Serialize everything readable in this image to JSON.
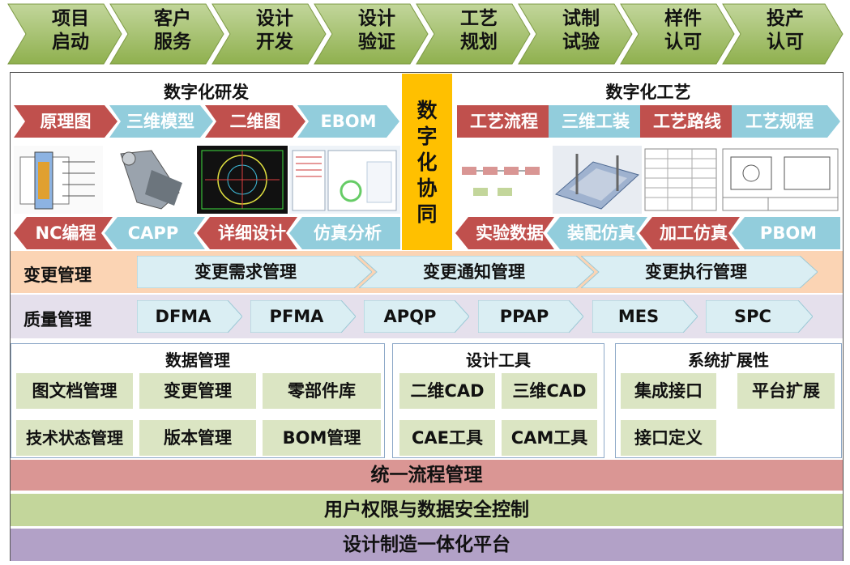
{
  "process": {
    "color": "#9bbb59",
    "phases": [
      {
        "line1": "项目",
        "line2": "启动"
      },
      {
        "line1": "客户",
        "line2": "服务"
      },
      {
        "line1": "设计",
        "line2": "开发"
      },
      {
        "line1": "设计",
        "line2": "验证"
      },
      {
        "line1": "工艺",
        "line2": "规划"
      },
      {
        "line1": "试制",
        "line2": "试验"
      },
      {
        "line1": "样件",
        "line2": "认可"
      },
      {
        "line1": "投产",
        "line2": "认可"
      }
    ]
  },
  "rd": {
    "title": "数字化研发",
    "top_steps": [
      "原理图",
      "三维模型",
      "二维图",
      "EBOM"
    ],
    "bottom_steps": [
      "NC编程",
      "CAPP",
      "详细设计",
      "仿真分析"
    ]
  },
  "collab": {
    "chars": [
      "数",
      "字",
      "化",
      "协",
      "同"
    ],
    "color": "#ffc000"
  },
  "process_eng": {
    "title": "数字化工艺",
    "top_steps": [
      "工艺流程",
      "三维工装",
      "工艺路线",
      "工艺规程"
    ],
    "bottom_steps": [
      "实验数据",
      "装配仿真",
      "加工仿真",
      "PBOM"
    ]
  },
  "change": {
    "label": "变更管理",
    "color": "#fbd4b4",
    "steps": [
      "变更需求管理",
      "变更通知管理",
      "变更执行管理"
    ]
  },
  "quality": {
    "label": "质量管理",
    "color": "#e5e0ec",
    "steps": [
      "DFMA",
      "PFMA",
      "APQP",
      "PPAP",
      "MES",
      "SPC"
    ]
  },
  "data_mgmt": {
    "title": "数据管理",
    "cells": [
      "图文档管理",
      "变更管理",
      "零部件库",
      "技术状态管理",
      "版本管理",
      "BOM管理"
    ]
  },
  "design_tools": {
    "title": "设计工具",
    "cells": [
      "二维CAD",
      "三维CAD",
      "CAE工具",
      "CAM工具"
    ]
  },
  "extensibility": {
    "title": "系统扩展性",
    "cells": [
      "集成接口",
      "平台扩展",
      "接口定义"
    ]
  },
  "platform": {
    "flow": {
      "label": "统一流程管理",
      "color": "#da9694"
    },
    "security": {
      "label": "用户权限与数据安全控制",
      "color": "#c3d69b"
    },
    "integrated": {
      "label": "设计制造一体化平台",
      "color": "#b2a1c7"
    }
  },
  "colors": {
    "red_chevron": "#c0504d",
    "blue_chevron": "#92cddc",
    "light_chevron": "#daeef3",
    "cell_green": "#dbe5c3"
  }
}
